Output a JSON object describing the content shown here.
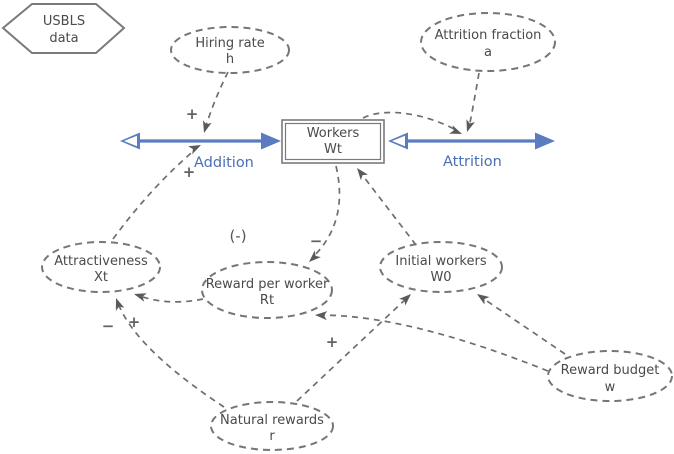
{
  "diagram": {
    "source": {
      "line1": "USBLS",
      "line2": "data"
    },
    "stock": {
      "label": "Workers",
      "symbol": "Wt"
    },
    "flows": {
      "addition": {
        "label": "Addition"
      },
      "attrition": {
        "label": "Attrition"
      }
    },
    "variables": {
      "hiring_rate": {
        "label": "Hiring rate",
        "symbol": "h"
      },
      "attrition_fraction": {
        "label": "Attrition fraction",
        "symbol": "a"
      },
      "attractiveness": {
        "label": "Attractiveness",
        "symbol": "Xt"
      },
      "reward_per_worker": {
        "label": "Reward per worker",
        "symbol": "Rt"
      },
      "initial_workers": {
        "label": "Initial workers",
        "symbol": "W0"
      },
      "reward_budget": {
        "label": "Reward budget",
        "symbol": "w"
      },
      "natural_rewards": {
        "label": "Natural rewards",
        "symbol": "r"
      }
    },
    "signs": {
      "hiring_to_addition": "+",
      "attractiveness_to_addition": "+",
      "workers_to_reward": "−",
      "reward_to_attractiveness": "+",
      "natural_to_attractiveness": "−",
      "budget_to_reward": "+",
      "loop_label": "(-)"
    },
    "colors": {
      "flow_blue": "#5b7cc0",
      "label_blue": "#4a6fb5",
      "link_gray": "#6e6e6e",
      "text_gray": "#4a4a4a"
    }
  }
}
